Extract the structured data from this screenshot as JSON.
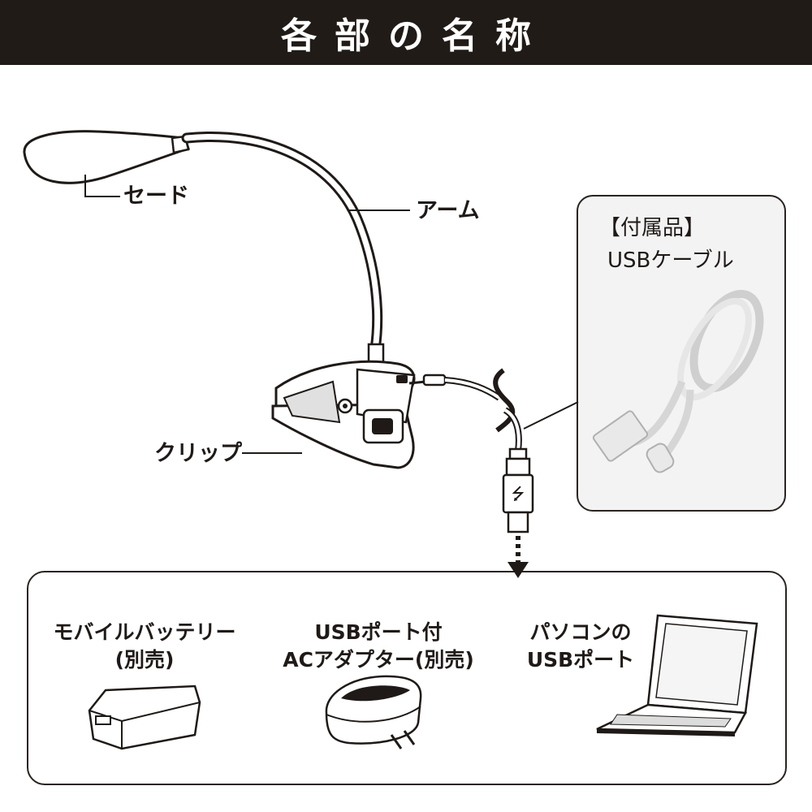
{
  "title": "各部の名称",
  "parts": {
    "shade": "セード",
    "arm": "アーム",
    "clip": "クリップ"
  },
  "accessory": {
    "heading": "【付属品】",
    "name": "USBケーブル"
  },
  "power_sources": [
    {
      "line1": "モバイルバッテリー",
      "line2": "(別売)"
    },
    {
      "line1": "USBポート付",
      "line2": "ACアダプター(別売)"
    },
    {
      "line1": "パソコンの",
      "line2": "USBポート"
    }
  ],
  "colors": {
    "title_bar": "#211b17",
    "line": "#1f1a17",
    "box_fill": "#f3f3f3"
  }
}
